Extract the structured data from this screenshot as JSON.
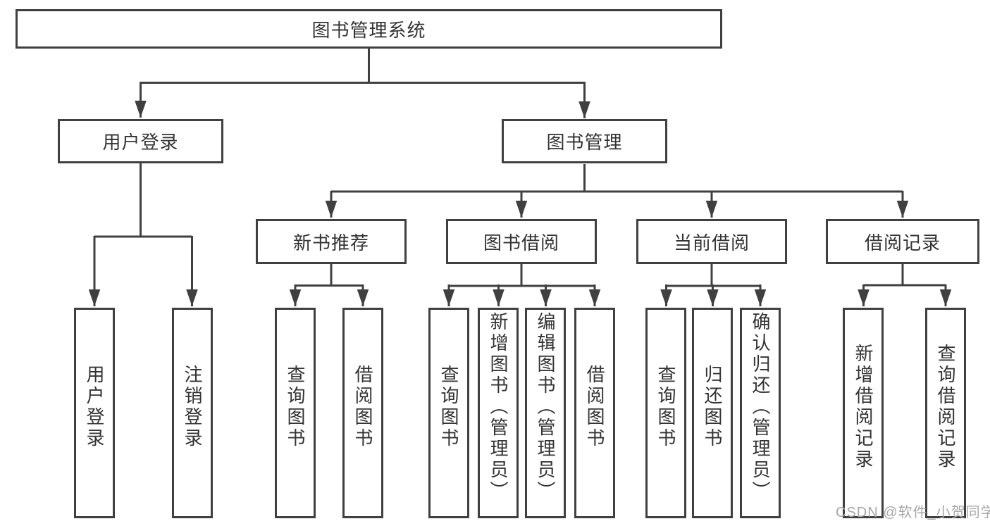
{
  "diagram": {
    "root": {
      "label": "图书管理系统"
    },
    "branches": [
      {
        "label": "用户登录",
        "children": [
          {
            "label": "用户登录"
          },
          {
            "label": "注销登录"
          }
        ]
      },
      {
        "label": "图书管理",
        "children": [
          {
            "label": "新书推荐",
            "children": [
              {
                "label": "查询图书"
              },
              {
                "label": "借阅图书"
              }
            ]
          },
          {
            "label": "图书借阅",
            "children": [
              {
                "label": "查询图书"
              },
              {
                "label": "新增图书（管理员）"
              },
              {
                "label": "编辑图书（管理员）"
              },
              {
                "label": "借阅图书"
              }
            ]
          },
          {
            "label": "当前借阅",
            "children": [
              {
                "label": "查询图书"
              },
              {
                "label": "归还图书"
              },
              {
                "label": "确认归还（管理员）"
              }
            ]
          },
          {
            "label": "借阅记录",
            "children": [
              {
                "label": "新增借阅记录"
              },
              {
                "label": "查询借阅记录"
              }
            ]
          }
        ]
      }
    ]
  },
  "watermark": {
    "text": "CSDN @软件_小贺同学"
  },
  "colors": {
    "line": "#404040",
    "text": "#333333",
    "watermark": "#a8a8a8",
    "background": "#ffffff"
  }
}
